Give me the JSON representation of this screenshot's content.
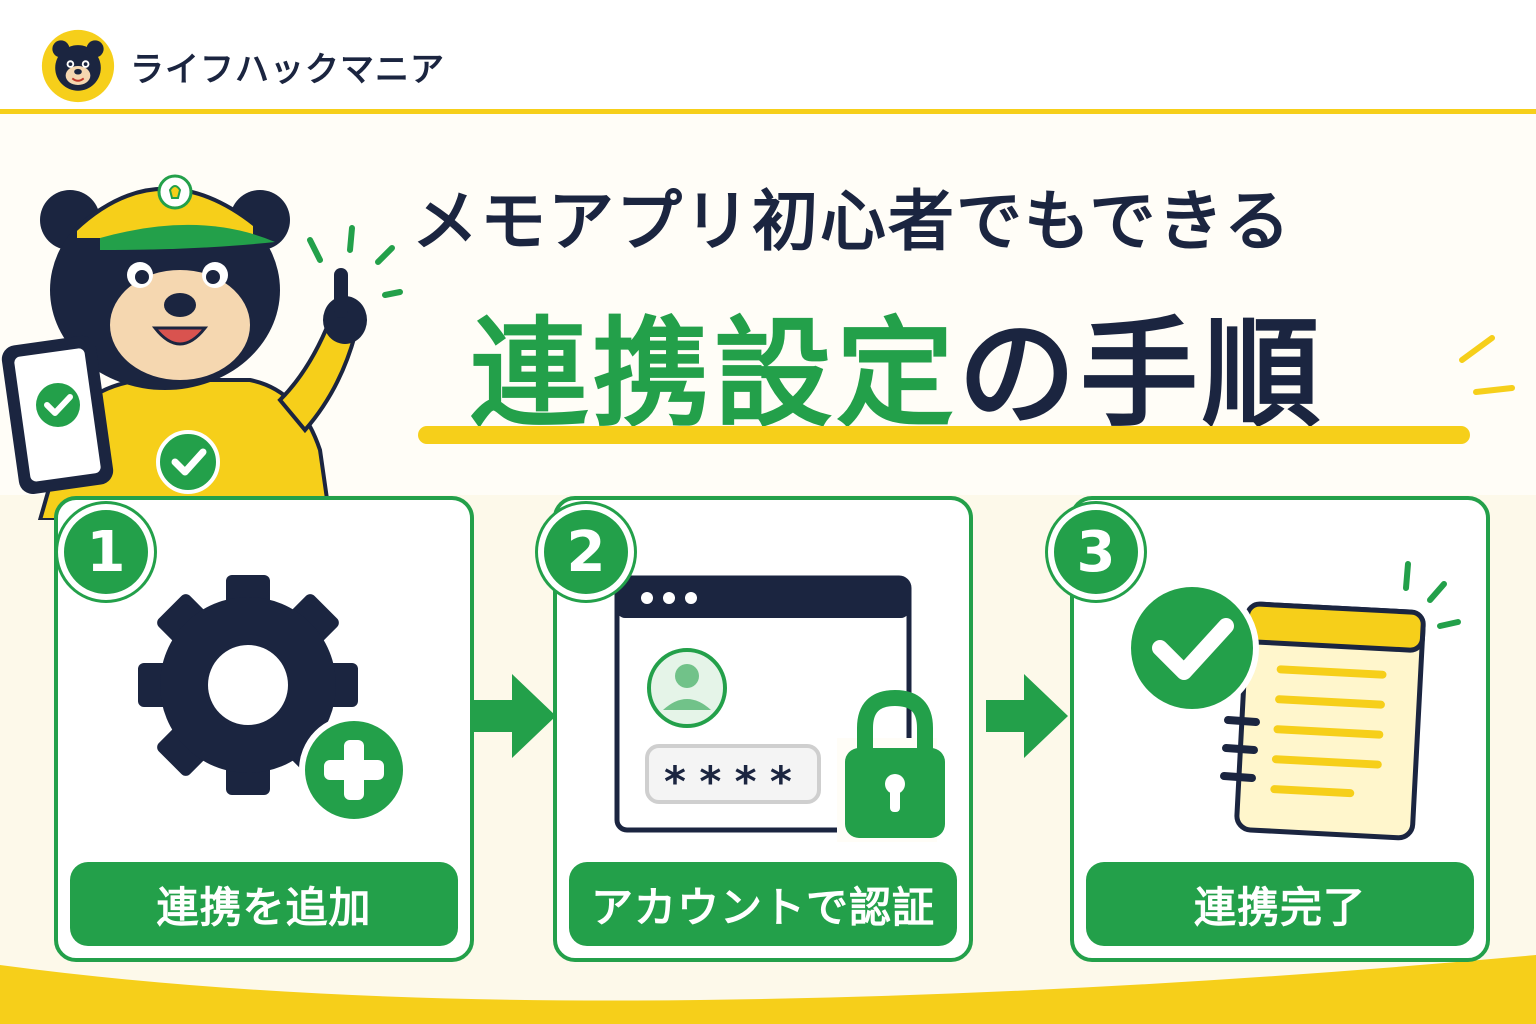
{
  "brand": {
    "name": "ライフハックマニア",
    "logo_icon": "bear-mascot-icon"
  },
  "title": {
    "line1": "メモアプリ初心者でもできる",
    "line2_highlight": "連携設定",
    "line2_rest": "の手順"
  },
  "steps": [
    {
      "number": "1",
      "label": "連携を追加",
      "icon": "gear-plus-icon"
    },
    {
      "number": "2",
      "label": "アカウントで認証",
      "icon": "login-window-lock-icon",
      "password_mask": "****"
    },
    {
      "number": "3",
      "label": "連携完了",
      "icon": "check-notebook-icon"
    }
  ],
  "colors": {
    "green": "#23a04a",
    "yellow": "#f6cf1a",
    "navy": "#1b2540",
    "background": "#fffdf7"
  }
}
